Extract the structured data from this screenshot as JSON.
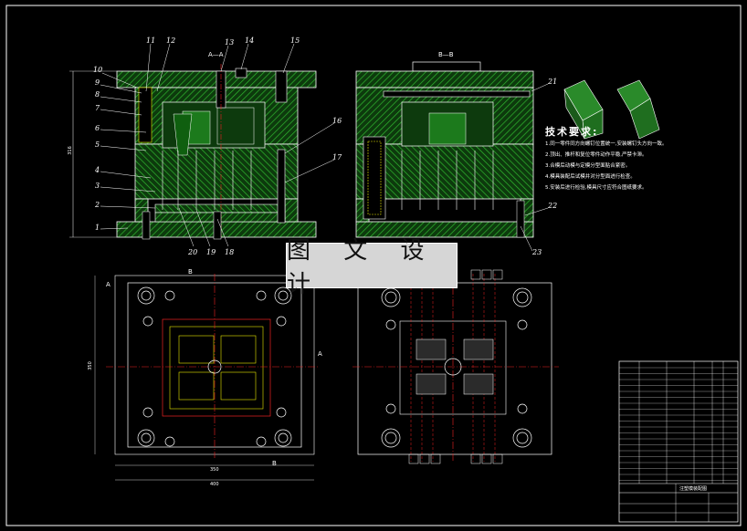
{
  "watermark": "图 文 设 计",
  "technical_requirements": {
    "title": "技术要求:",
    "lines": [
      "1.同一零件同方向螺钉位置统一,安装螺钉头方向一致。",
      "2.顶出、推杆和复位零件动作平稳,严禁卡滞。",
      "3.合模后动模与定模分型面贴合紧密。",
      "4.模具装配后试模并对分型面进行检查。",
      "5.安装后进行检验,模具尺寸应符合图纸要求。"
    ]
  },
  "section_labels": {
    "a_a": "A—A",
    "b_b": "B—B"
  },
  "view_markers": {
    "a": "A",
    "b": "B"
  },
  "part_numbers_left": [
    "10",
    "9",
    "8",
    "7",
    "6",
    "5",
    "4",
    "3",
    "2",
    "1"
  ],
  "part_numbers_top": [
    "11",
    "12",
    "13",
    "14",
    "15"
  ],
  "part_numbers_right": [
    "16",
    "17",
    "21",
    "22",
    "23"
  ],
  "part_numbers_bottom": [
    "20",
    "19",
    "18"
  ],
  "dimensions": {
    "overall_height": "316",
    "width_inner": "350",
    "width_outer": "400",
    "plan_height": "350"
  },
  "title_block": {
    "drawing_name": "注塑模装配图"
  }
}
